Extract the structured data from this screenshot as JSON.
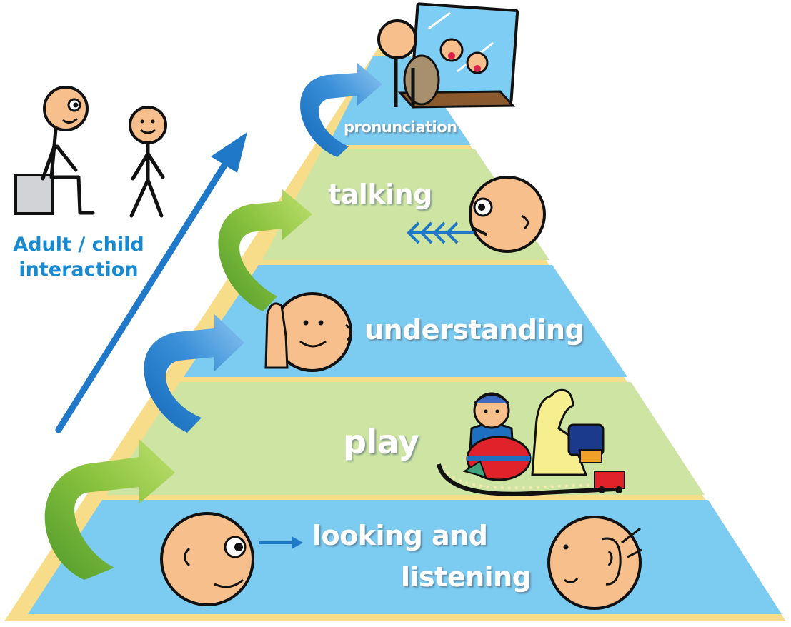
{
  "side_label": {
    "line1": "Adult / child",
    "line2": "interaction"
  },
  "levels": [
    {
      "label": "pronunciation",
      "icon": "child-at-screen-icon"
    },
    {
      "label": "talking",
      "icon": "talking-face-icon"
    },
    {
      "label": "understanding",
      "icon": "thinking-face-icon"
    },
    {
      "label": "play",
      "icon": "child-with-toys-icon"
    },
    {
      "label_line1": "looking and",
      "label_line2": "listening",
      "icon": "listening-face-icon"
    }
  ],
  "colors": {
    "blue_band": "#7ccbf1",
    "green_band": "#cde4a2",
    "pyramid_border": "#f7dc8a",
    "skin": "#f6bf8c",
    "arrow_blue": "#1f78c8",
    "label_blue": "#1a8ad0",
    "curve_green": "#8ac33e",
    "curve_blue": "#3a8fd8"
  }
}
